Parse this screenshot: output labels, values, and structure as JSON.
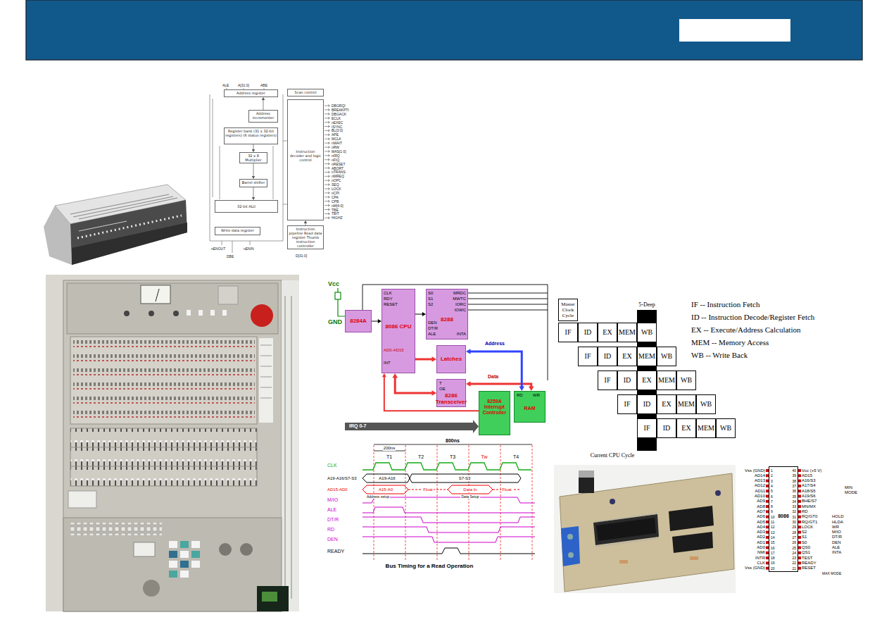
{
  "diagram": {
    "nodes": [
      {
        "text": [
          "Address register"
        ]
      },
      {
        "text": [
          "Address incrementer"
        ]
      },
      {
        "text": [
          "Register bank (31 x 32-bit registers) (6 status registers)"
        ]
      },
      {
        "text": [
          "32 x 8 Multiplier"
        ]
      },
      {
        "text": [
          "Barrel shifter"
        ]
      },
      {
        "text": [
          "32-bit ALU"
        ]
      },
      {
        "text": [
          "Write data register"
        ]
      },
      {
        "text": [
          "Scan control"
        ]
      },
      {
        "text": [
          "Instruction decoder and logic control"
        ]
      },
      {
        "text": [
          "Instruction pipeline Read data register Thumb instruction controller"
        ]
      },
      {
        "text": [
          "8284A"
        ]
      },
      {
        "text": [
          "8086 CPU"
        ]
      },
      {
        "text": [
          "8288"
        ]
      },
      {
        "text": [
          "Latches"
        ]
      },
      {
        "text": [
          "8286 Transceiver"
        ]
      },
      {
        "text": [
          "8259A Interrupt Controller"
        ]
      },
      {
        "text": [
          "RAM"
        ]
      },
      {
        "text": [
          "Master Clock Cycle"
        ]
      },
      {
        "text": [
          "IF"
        ]
      },
      {
        "text": [
          "ID"
        ]
      },
      {
        "text": [
          "EX"
        ]
      },
      {
        "text": [
          "MEM"
        ]
      },
      {
        "text": [
          "WB"
        ]
      },
      {
        "text": [
          "IF"
        ]
      },
      {
        "text": [
          "ID"
        ]
      },
      {
        "text": [
          "EX"
        ]
      },
      {
        "text": [
          "MEM"
        ]
      },
      {
        "text": [
          "WB"
        ]
      },
      {
        "text": [
          "IF"
        ]
      },
      {
        "text": [
          "ID"
        ]
      },
      {
        "text": [
          "EX"
        ]
      },
      {
        "text": [
          "MEM"
        ]
      },
      {
        "text": [
          "WB"
        ]
      },
      {
        "text": [
          "IF"
        ]
      },
      {
        "text": [
          "ID"
        ]
      },
      {
        "text": [
          "EX"
        ]
      },
      {
        "text": [
          "MEM"
        ]
      },
      {
        "text": [
          "WB"
        ]
      },
      {
        "text": [
          "IF"
        ]
      },
      {
        "text": [
          "ID"
        ]
      },
      {
        "text": [
          "EX"
        ]
      },
      {
        "text": [
          "MEM"
        ]
      },
      {
        "text": [
          "WB"
        ]
      },
      {
        "text": [
          "8086"
        ]
      }
    ],
    "edges": [
      {
        "from": 1,
        "to": 0,
        "arrow": "to"
      },
      {
        "from": 2,
        "to": 3,
        "arrow": "to"
      },
      {
        "from": 3,
        "to": 4,
        "arrow": "to"
      },
      {
        "from": 4,
        "to": 5,
        "arrow": "to"
      },
      {
        "from": 9,
        "to": 8,
        "arrow": "to"
      },
      {
        "from": 10,
        "to": 11,
        "arrow": "to"
      },
      {
        "from": 11,
        "to": 12,
        "arrow": "to"
      },
      {
        "from": 11,
        "to": 13,
        "arrow": "to"
      },
      {
        "from": 11,
        "to": 14,
        "arrow": "both"
      },
      {
        "from": 15,
        "to": 11,
        "arrow": "to"
      },
      {
        "from": 14,
        "to": 16,
        "arrow": "both"
      },
      {
        "from": 13,
        "to": 16,
        "arrow": "both"
      }
    ],
    "labels": [
      "ALE",
      "A[31:0]",
      "ABE",
      "DBGRQI",
      "BREAKPTI",
      "DBGACK",
      "ECLK",
      "nEXEC",
      "ISYNC",
      "BL[3:0]",
      "APE",
      "MCLK",
      "nWAIT",
      "nRW",
      "MAS[1:0]",
      "nIRQ",
      "nFIQ",
      "nRESET",
      "ABORT",
      "nTRANS",
      "nMREQ",
      "nOPC",
      "SEQ",
      "LOCK",
      "nCPI",
      "CPA",
      "CPB",
      "nM[4:0]",
      "TBE",
      "TBIT",
      "HIGHZ",
      "nENOUT",
      "DBE",
      "nENIN",
      "D[31:0]",
      "Vcc",
      "GND",
      "CLK",
      "RDY",
      "RESET",
      "AD0-AD15",
      "INT",
      "S0",
      "S1",
      "S2",
      "MRDC",
      "MWTC",
      "IORC",
      "IOWC",
      "DEN",
      "DT/R",
      "ALE",
      "INTA",
      "Address",
      "Data",
      "IRQ 0-7",
      "T",
      "OE",
      "RD",
      "WR",
      "800ns",
      "200ns",
      "T1",
      "T2",
      "T3",
      "Tw",
      "T4",
      "CLK",
      "A19-A16/S7-S3",
      "AD15-AD0",
      "M/IO",
      "ALE",
      "DT/R",
      "RD",
      "DEN",
      "READY",
      "A19-A16",
      "S7-S3",
      "A15-A0",
      "Float",
      "Data In",
      "Float",
      "Address setup",
      "Data Setup",
      "Bus Timing for a Read Operation",
      "5-Deep",
      "IF -- Instruction Fetch",
      "ID -- Instruction Decode/Register Fetch",
      "EX -- Execute/Address Calculation",
      "MEM -- Memory Access",
      "WB -- Write Back",
      "Current CPU Cycle",
      "Vss (GND)",
      "AD14",
      "AD13",
      "AD12",
      "AD11",
      "AD10",
      "AD9",
      "AD8",
      "AD7",
      "AD6",
      "AD5",
      "AD4",
      "AD3",
      "AD2",
      "AD1",
      "AD0",
      "NMI",
      "INTR",
      "CLK",
      "Vss (GND)",
      "1",
      "2",
      "3",
      "4",
      "5",
      "6",
      "7",
      "8",
      "9",
      "10",
      "11",
      "12",
      "13",
      "14",
      "15",
      "16",
      "17",
      "18",
      "19",
      "20",
      "40",
      "39",
      "38",
      "37",
      "36",
      "35",
      "34",
      "33",
      "32",
      "31",
      "30",
      "29",
      "28",
      "27",
      "26",
      "25",
      "24",
      "23",
      "22",
      "21",
      "Vcc (+5 V)",
      "AD15",
      "A16/S3",
      "A17/S4",
      "A18/S5",
      "A19/S6",
      "BHE/S7",
      "MN/MX",
      "RD",
      "RQ/GT0",
      "RQ/GT1",
      "LOCK",
      "S2",
      "S1",
      "S0",
      "QS0",
      "QS1",
      "TEST",
      "READY",
      "RESET",
      "HOLD",
      "HLDA",
      "WR",
      "M/IO",
      "DT/R",
      "DEN",
      "ALE",
      "INTA",
      "MIN MODE",
      "MAX MODE"
    ]
  }
}
